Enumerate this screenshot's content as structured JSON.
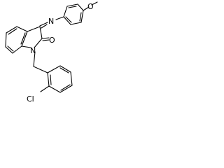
{
  "atoms": {
    "methoxy_o": "O",
    "imine_n": "N",
    "carbonyl_o": "O",
    "indole_n": "N",
    "chlorine": "Cl"
  },
  "colors": {
    "bond": "#000000",
    "background": "#ffffff"
  }
}
